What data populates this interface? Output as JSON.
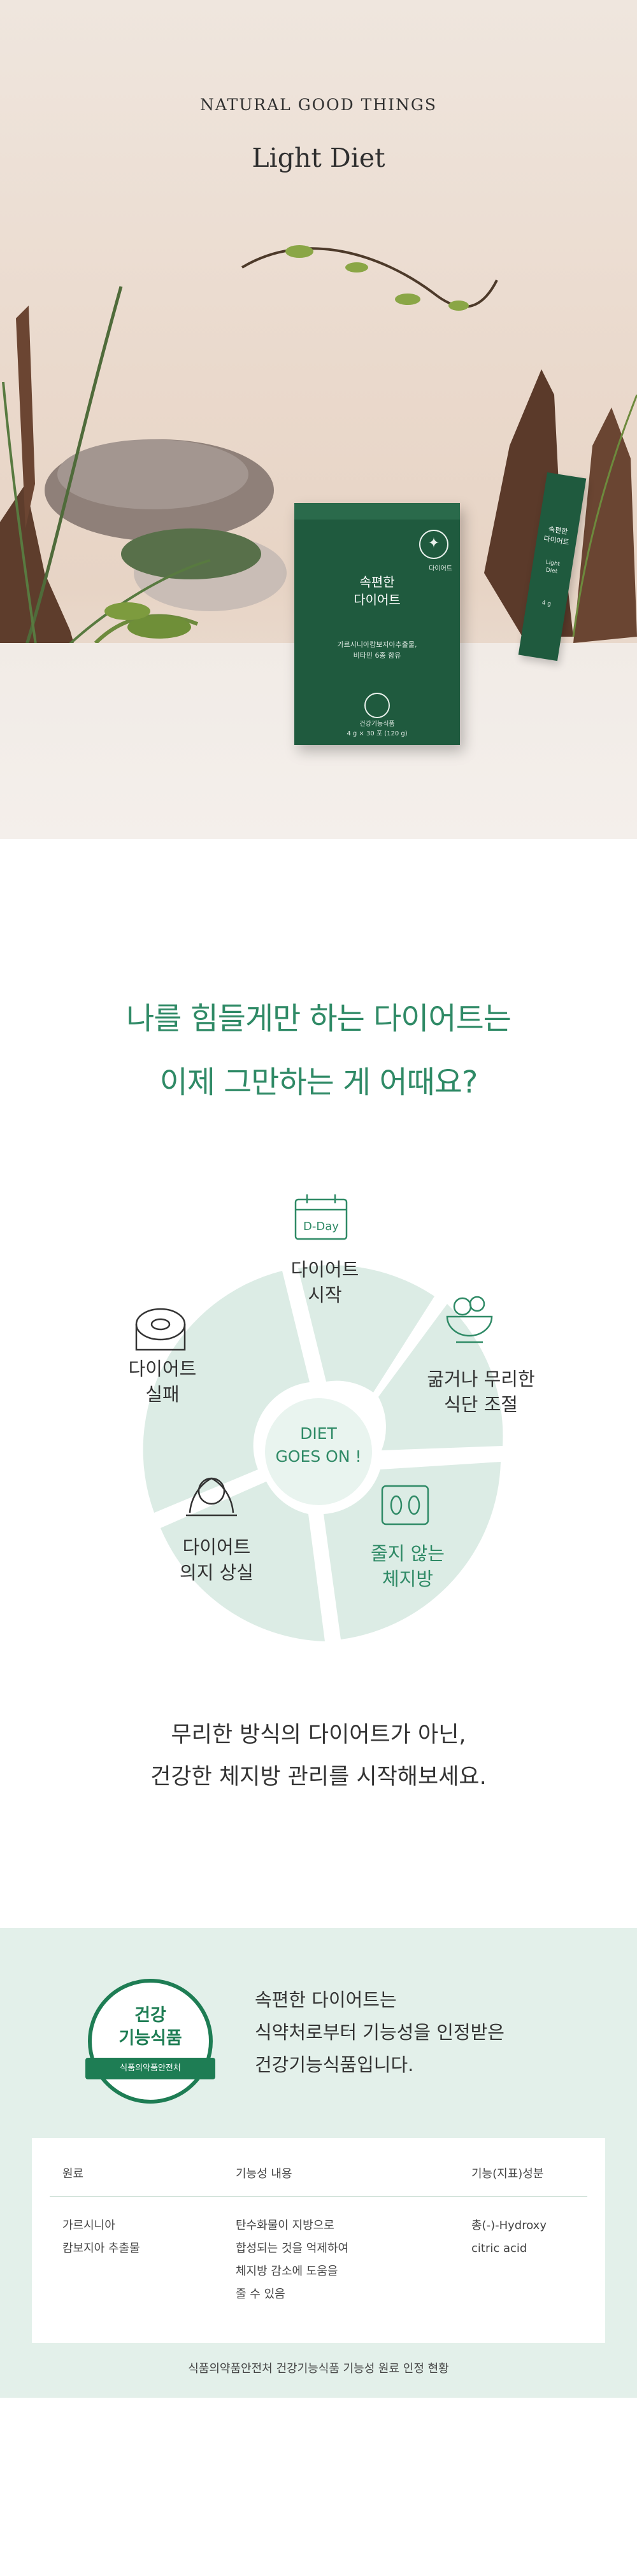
{
  "hero": {
    "subtitle": "NATURAL GOOD THINGS",
    "title": "Light Diet",
    "package": {
      "name_line1": "속편한",
      "name_line2": "다이어트",
      "brand": "다이어트",
      "desc_line1": "가르시니아캄보지아추출물,",
      "desc_line2": "비타민 6종 함유",
      "spec_line1": "건강기능식품",
      "spec_line2": "4 g × 30 포 (120 g)"
    },
    "stick": {
      "name_line1": "속편한",
      "name_line2": "다이어트",
      "sub_line1": "Light",
      "sub_line2": "Diet",
      "weight": "4 g"
    }
  },
  "intro": {
    "line1": "나를 힘들게만 하는 다이어트는",
    "line2": "이제 그만하는 게 어때요?"
  },
  "wheel": {
    "center_line1": "DIET",
    "center_line2": "GOES ON !",
    "segments": [
      {
        "icon": "calendar-dday-icon",
        "icon_text": "D-Day",
        "line1": "다이어트",
        "line2": "시작"
      },
      {
        "icon": "salad-bowl-icon",
        "line1": "굶거나 무리한",
        "line2": "식단 조절"
      },
      {
        "icon": "scale-icon",
        "line1": "줄지 않는",
        "line2": "체지방"
      },
      {
        "icon": "stressed-person-icon",
        "line1": "다이어트",
        "line2": "의지 상실"
      },
      {
        "icon": "tape-measure-icon",
        "line1": "다이어트",
        "line2": "실패"
      }
    ],
    "colors": {
      "fill": "#dcece5",
      "accent": "#2f8a66"
    }
  },
  "outro": {
    "line1": "무리한 방식의 다이어트가 아닌,",
    "line2": "건강한 체지방 관리를 시작해보세요."
  },
  "certification": {
    "badge_line1": "건강",
    "badge_line2": "기능식품",
    "badge_band": "식품의약품안전처",
    "text_line1": "속편한 다이어트는",
    "text_line2": "식약처로부터 기능성을 인정받은",
    "text_line3": "건강기능식품입니다."
  },
  "table": {
    "headers": [
      "원료",
      "기능성 내용",
      "기능(지표)성분"
    ],
    "row": {
      "ingredient": [
        "가르시니아",
        "캄보지아 추출물"
      ],
      "function": [
        "탄수화물이 지방으로",
        "합성되는 것을 억제하여",
        "체지방 감소에 도움을",
        "줄 수 있음"
      ],
      "marker": [
        "총(-)-Hydroxy",
        "citric acid"
      ]
    },
    "caption": "식품의약품안전처 건강기능식품 기능성 원료 인정 현황"
  },
  "colors": {
    "brand_green": "#1f5a3e",
    "accent_green": "#2f8a66",
    "info_bg": "#e3f0ea"
  }
}
